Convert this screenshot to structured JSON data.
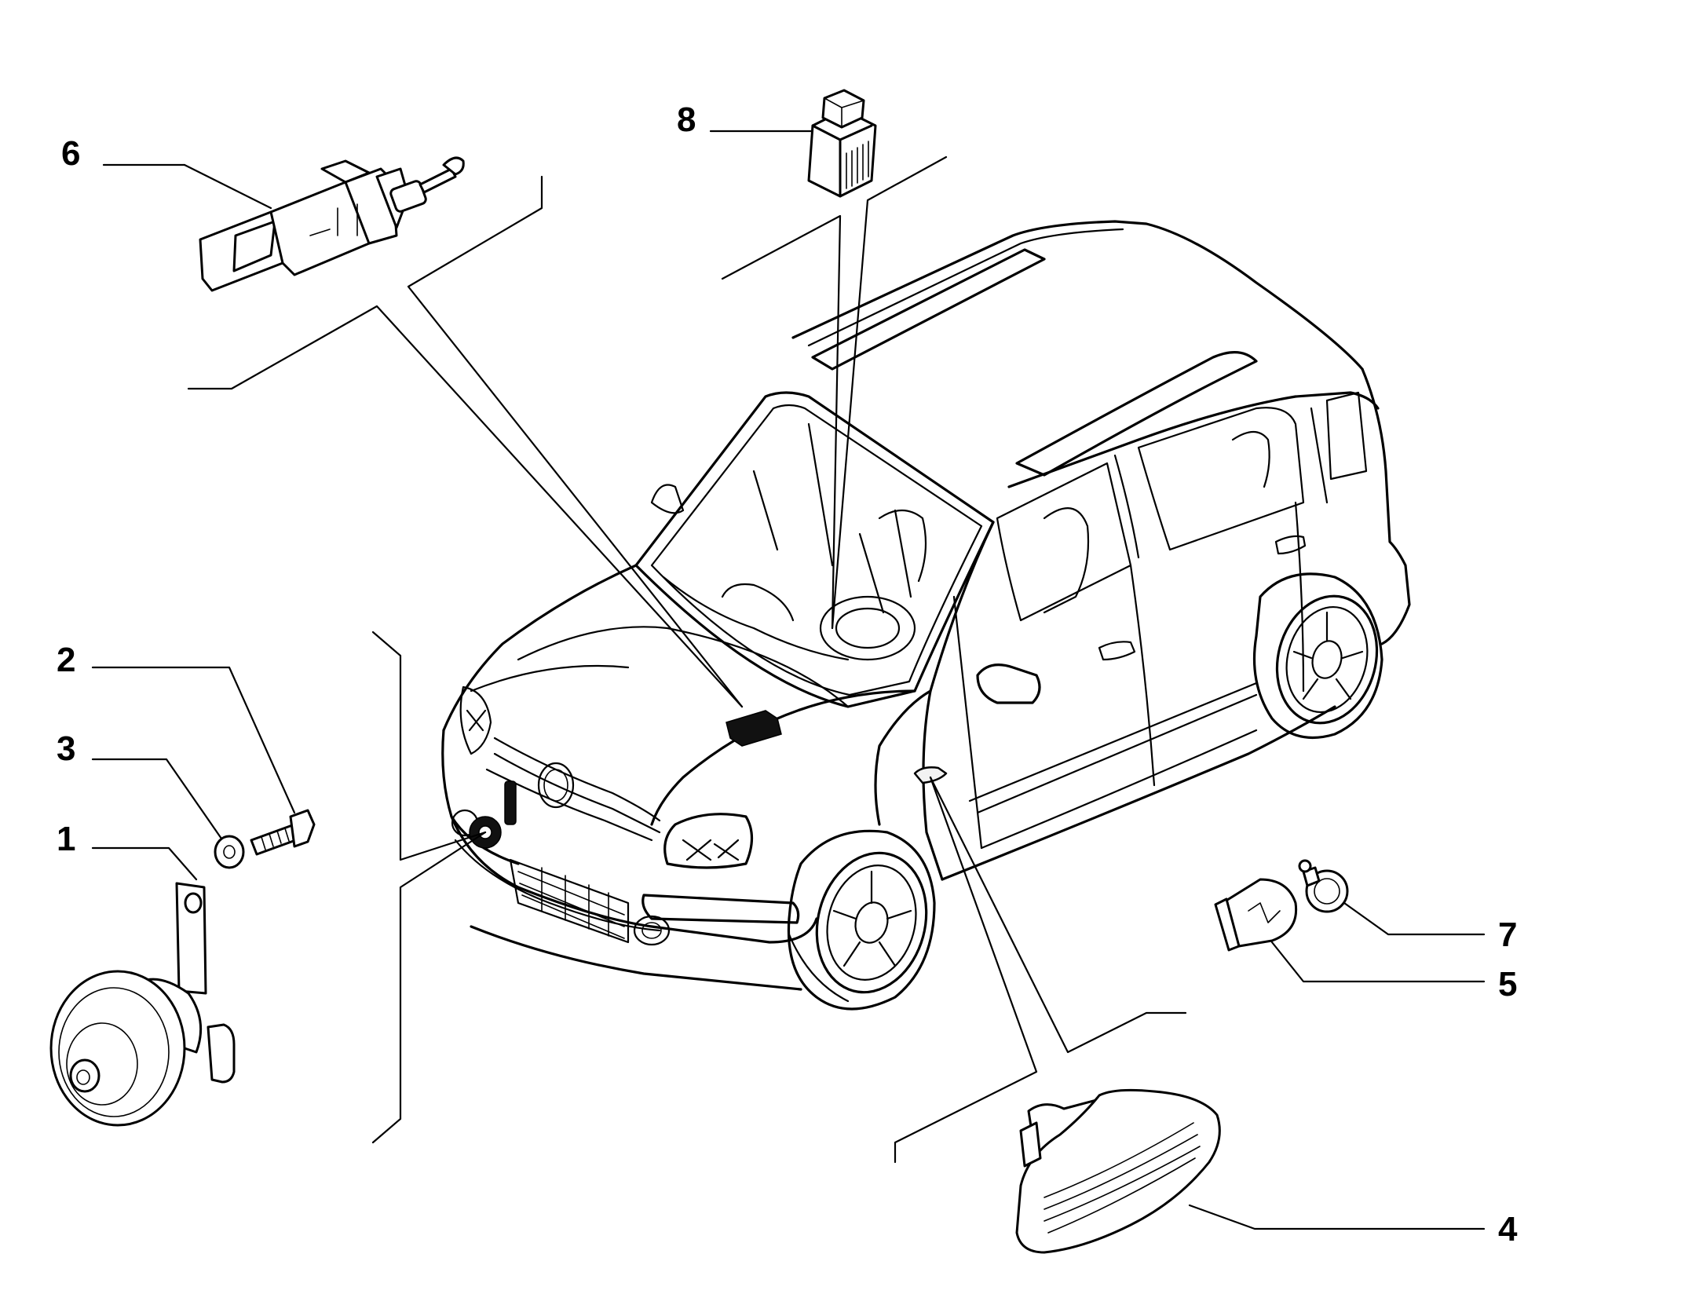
{
  "callouts": {
    "c1": "1",
    "c2": "2",
    "c3": "3",
    "c4": "4",
    "c5": "5",
    "c6": "6",
    "c7": "7",
    "c8": "8"
  },
  "colors": {
    "line": "#000000",
    "background": "#ffffff"
  },
  "parts": [
    {
      "ref": "1",
      "icon": "horn-icon"
    },
    {
      "ref": "2",
      "icon": "bolt-icon"
    },
    {
      "ref": "3",
      "icon": "washer-icon"
    },
    {
      "ref": "4",
      "icon": "side-repeater-lamp-icon"
    },
    {
      "ref": "5",
      "icon": "bulb-icon"
    },
    {
      "ref": "6",
      "icon": "brake-switch-icon"
    },
    {
      "ref": "7",
      "icon": "bulb-holder-icon"
    },
    {
      "ref": "8",
      "icon": "relay-module-icon"
    }
  ]
}
